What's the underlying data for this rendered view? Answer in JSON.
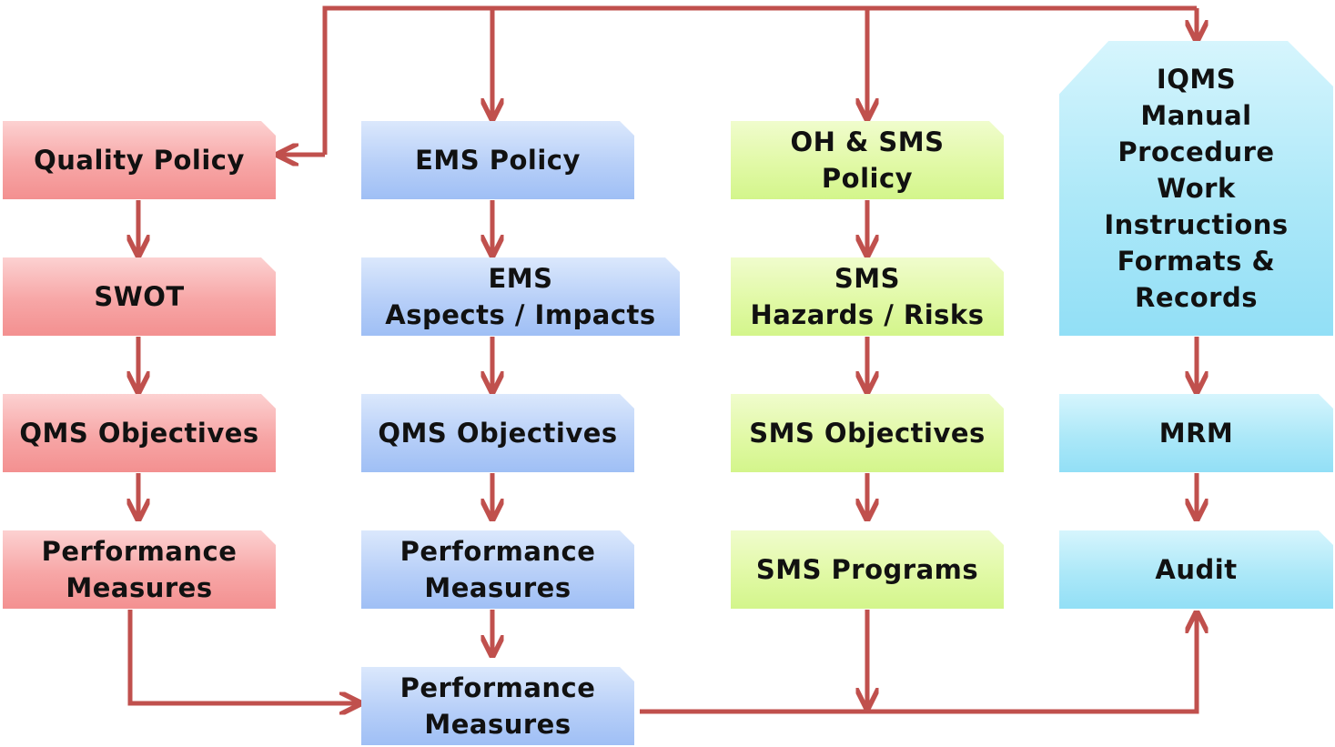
{
  "colors": {
    "arrow": "#c0504d",
    "red": "#f7a6a6",
    "blue": "#b7cff8",
    "green": "#e1f9a6",
    "cyan": "#ace8f8"
  },
  "quality": {
    "policy": "Quality Policy",
    "swot": "SWOT",
    "objectives": "QMS Objectives",
    "measures": "Performance\nMeasures"
  },
  "ems": {
    "policy": "EMS Policy",
    "aspects": "EMS\nAspects / Impacts",
    "objectives": "QMS Objectives",
    "measures": "Performance\nMeasures",
    "measures_final": "Performance\nMeasures"
  },
  "ohsms": {
    "policy": "OH & SMS\nPolicy",
    "hazards": "SMS\nHazards / Risks",
    "objectives": "SMS Objectives",
    "programs": "SMS Programs"
  },
  "iqms": {
    "docs": "IQMS\nManual\nProcedure\nWork\nInstructions\nFormats &\nRecords",
    "mrm": "MRM",
    "audit": "Audit"
  }
}
